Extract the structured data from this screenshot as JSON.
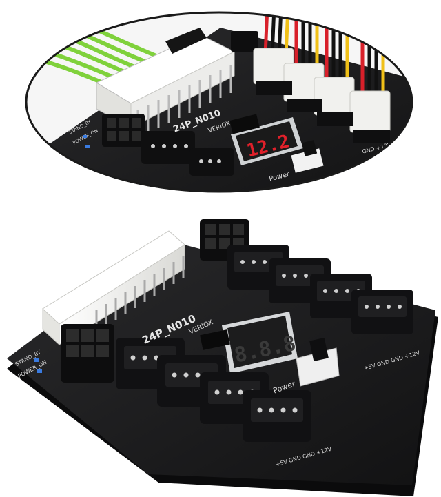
{
  "board": {
    "model_label": "24P_N010",
    "brand_label": "VERIOX",
    "power_label": "Power",
    "rail_label": "+5V GND GND +12V",
    "standby_label": "STAND_BY",
    "power_on_label": "POWER_ON"
  },
  "zoom_view": {
    "model_label": "24P_N010",
    "brand_label": "VERIOX",
    "power_label": "Power",
    "display_digits": "12.2",
    "standby_label": "STAND_BY",
    "power_on_label": "POWER_ON",
    "rail_label": "GND +12V"
  },
  "main_view": {
    "display_digits": "8.8.8"
  },
  "colors": {
    "pcb": "#1b1b1d",
    "connector_white": "#f1f1ee",
    "molex_black": "#111113",
    "led_red": "#e0202a",
    "wire_green": "#7fd13b",
    "wire_red": "#d8202a",
    "wire_yellow": "#f0c018"
  }
}
